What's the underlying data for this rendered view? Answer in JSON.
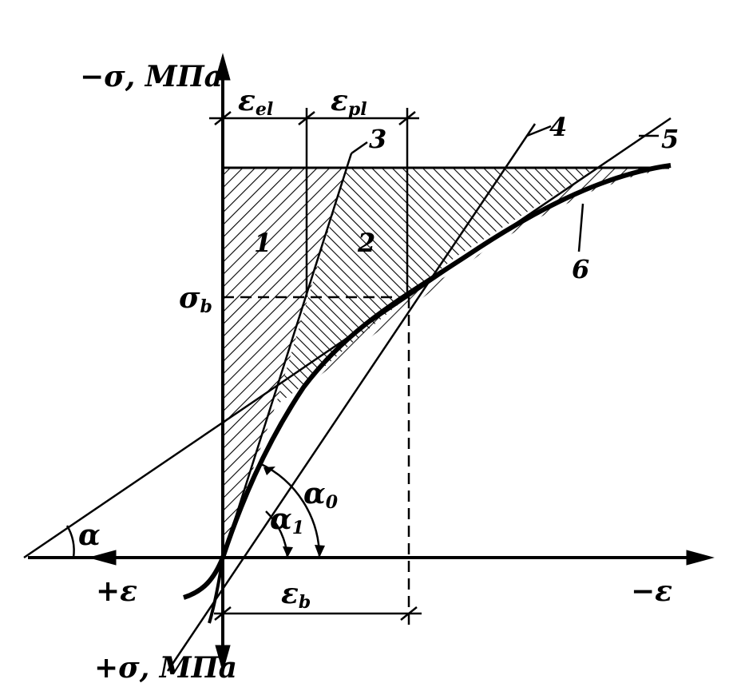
{
  "axes": {
    "y_top_label": "−σ, МПа",
    "y_bottom_label": "+σ, МПа",
    "x_left_label": "+ε",
    "x_right_label": "−ε"
  },
  "dimensions": {
    "eps_el": {
      "main": "ε",
      "sub": "el"
    },
    "eps_pl": {
      "main": "ε",
      "sub": "pl"
    },
    "eps_b": {
      "main": "ε",
      "sub": "b"
    }
  },
  "stress_label": {
    "main": "σ",
    "sub": "b"
  },
  "region_labels": [
    "1",
    "2"
  ],
  "curve_labels": [
    "3",
    "4",
    "5",
    "6"
  ],
  "angles": {
    "alpha": "α",
    "alpha0": {
      "main": "α",
      "sub": "0"
    },
    "alpha1": {
      "main": "α",
      "sub": "1"
    }
  }
}
